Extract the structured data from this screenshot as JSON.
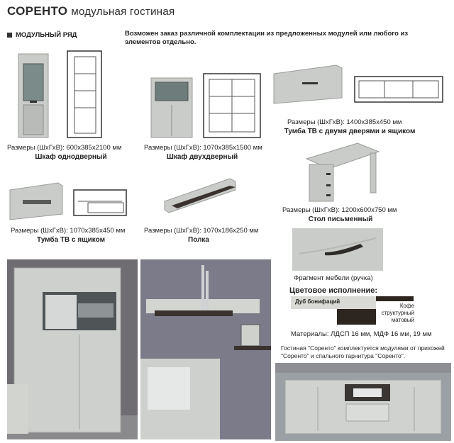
{
  "header": {
    "title": "СОРЕНТО",
    "subtitle": "модульная гостиная"
  },
  "section_label": "МОДУЛЬНЫЙ РЯД",
  "intro_text": "Возможен заказ различной комплектации из предложенных модулей или любого из элементов отдельно.",
  "items": [
    {
      "dimensions": "Размеры (ШхГхВ): 600х385х2100 мм",
      "name": "Шкаф однодверный"
    },
    {
      "dimensions": "Размеры (ШхГхВ): 1070х385х1500 мм",
      "name": "Шкаф двухдверный"
    },
    {
      "dimensions": "Размеры (ШхГхВ): 1400х385х450 мм",
      "name": "Тумба ТВ с двумя дверями и ящиком"
    },
    {
      "dimensions": "Размеры (ШхГхВ): 1070х385х450 мм",
      "name": "Тумба ТВ с ящиком"
    },
    {
      "dimensions": "Размеры (ШхГхВ): 1070х186х250 мм",
      "name": "Полка"
    },
    {
      "dimensions": "Размеры (ШхГхВ): 1200х600х750 мм",
      "name": "Стол письменный"
    }
  ],
  "fragment_caption": "Фрагмент мебели (ручка)",
  "color_heading": "Цветовое исполнение:",
  "colors": [
    {
      "name": "Дуб бонифаций",
      "hex": "#d9d9d6"
    },
    {
      "name": "Кофе структурный матовый",
      "hex": "#2d2520"
    }
  ],
  "materials": "Материалы: ЛДСП 16 мм, МДФ 16 мм, 19 мм",
  "note": "Гостиная \"Соренто\" комплектуется модулями от прихожей \"Соренто\" и спального гарнитура \"Соренто\"."
}
